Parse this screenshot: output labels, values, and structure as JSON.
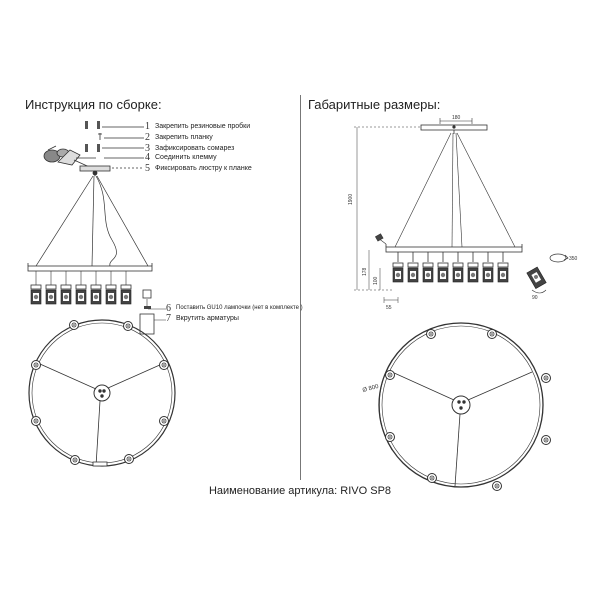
{
  "left": {
    "title": "Инструкция по сборке:",
    "steps": [
      {
        "num": "1",
        "text": "Закрепить резиновые пробки"
      },
      {
        "num": "2",
        "text": "Закрепить планку"
      },
      {
        "num": "3",
        "text": "Зафиксировать сомарез"
      },
      {
        "num": "4",
        "text": "Соединить клемму"
      },
      {
        "num": "5",
        "text": "Фиксировать люстру к планке"
      },
      {
        "num": "6",
        "text": "Поставить GU10 лампочки (нет в комплекте )"
      },
      {
        "num": "7",
        "text": "Вкрутить арматуры"
      }
    ]
  },
  "right": {
    "title": "Габаритные размеры:",
    "dims": {
      "top_width": "180",
      "height_total": "1900",
      "height_lamp": "178",
      "height_lamp_small": "100",
      "width_lamp": "55",
      "rotation": "350",
      "tilt": "90",
      "diameter": "Ø 800"
    }
  },
  "footer": {
    "text": "Наименование артикула: RIVO SP8"
  },
  "colors": {
    "line": "#333333",
    "lamp_dark": "#3a3a3a"
  }
}
